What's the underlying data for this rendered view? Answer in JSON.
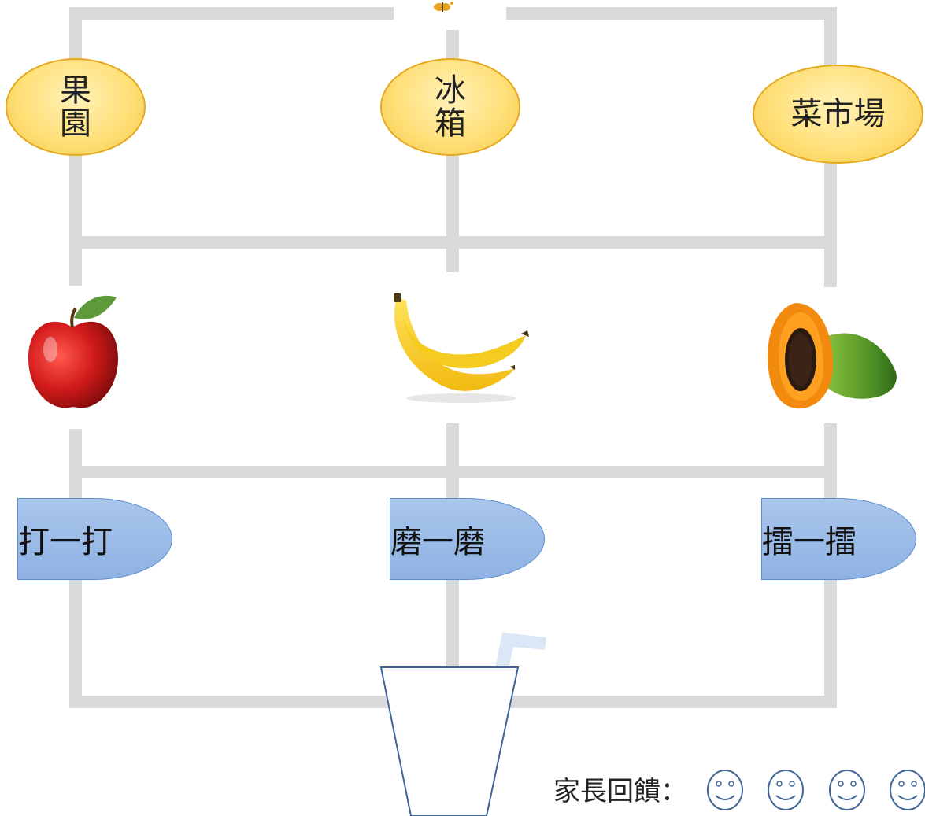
{
  "places": [
    {
      "id": "orchard",
      "label": "果園"
    },
    {
      "id": "fridge",
      "label": "冰箱"
    },
    {
      "id": "market",
      "label": "菜市場"
    }
  ],
  "fruits": [
    {
      "id": "apple",
      "icon": "apple-icon"
    },
    {
      "id": "banana",
      "icon": "banana-icon"
    },
    {
      "id": "papaya",
      "icon": "papaya-icon"
    }
  ],
  "actions": [
    {
      "id": "hit",
      "label": "打一打"
    },
    {
      "id": "grind",
      "label": "磨一磨"
    },
    {
      "id": "mash",
      "label": "擂一擂"
    }
  ],
  "cup": {
    "icon": "cup-with-straw-icon"
  },
  "feedback": {
    "label": "家長回饋：",
    "faces": [
      "smiley-face-icon",
      "smiley-face-icon",
      "smiley-face-icon",
      "smiley-face-icon"
    ]
  },
  "colors": {
    "line": "#d9d9d9",
    "oval_fill": "#ffe07a",
    "oval_border": "#e4aa1e",
    "action_fill": "#9bbbe8",
    "action_border": "#5b8dd0",
    "cup_stroke": "#3f6596",
    "straw": "#dbe7f7"
  }
}
